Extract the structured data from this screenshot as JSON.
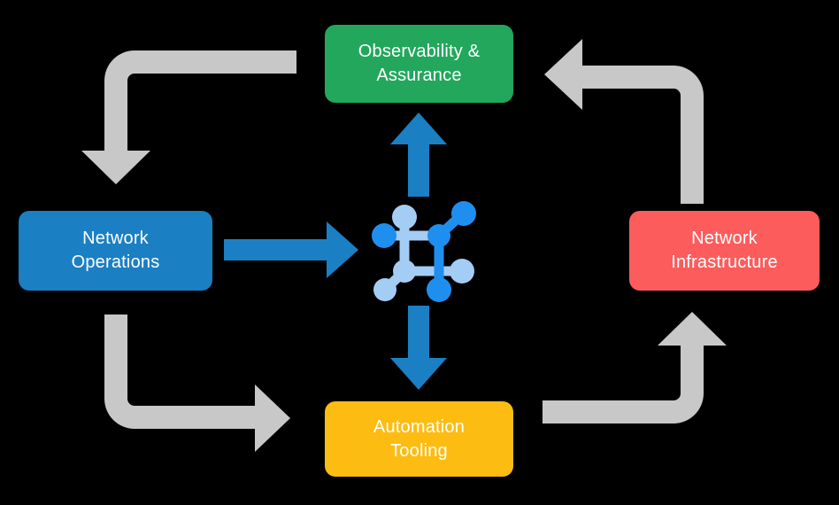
{
  "diagram": {
    "title": "Network automation lifecycle cycle diagram",
    "background_color": "#000000",
    "nodes": [
      {
        "id": "observability",
        "label": "Observability &\nAssurance",
        "color": "#22a75d",
        "position": "top"
      },
      {
        "id": "operations",
        "label": "Network\nOperations",
        "color": "#1b7fc4",
        "position": "left"
      },
      {
        "id": "infrastructure",
        "label": "Network\nInfrastructure",
        "color": "#fd5c5c",
        "position": "right"
      },
      {
        "id": "automation",
        "label": "Automation\nTooling",
        "color": "#fdbc12",
        "position": "bottom"
      }
    ],
    "center": {
      "icon": "network-topology-icon",
      "color_primary": "#1f8fef",
      "color_secondary": "#a4cdf5"
    },
    "blue_arrows": [
      {
        "id": "center-to-observability",
        "direction": "up",
        "color": "#1b7fc4"
      },
      {
        "id": "operations-to-center",
        "direction": "right",
        "color": "#1b7fc4"
      },
      {
        "id": "center-to-automation",
        "direction": "down",
        "color": "#1b7fc4"
      }
    ],
    "gray_arrows": [
      {
        "id": "observability-to-operations",
        "color": "#c8c8c8",
        "from": "observability",
        "to": "operations"
      },
      {
        "id": "infrastructure-to-observability",
        "color": "#c8c8c8",
        "from": "infrastructure",
        "to": "observability"
      },
      {
        "id": "operations-to-automation",
        "color": "#c8c8c8",
        "from": "operations",
        "to": "automation"
      },
      {
        "id": "automation-to-infrastructure",
        "color": "#c8c8c8",
        "from": "automation",
        "to": "infrastructure"
      }
    ]
  }
}
